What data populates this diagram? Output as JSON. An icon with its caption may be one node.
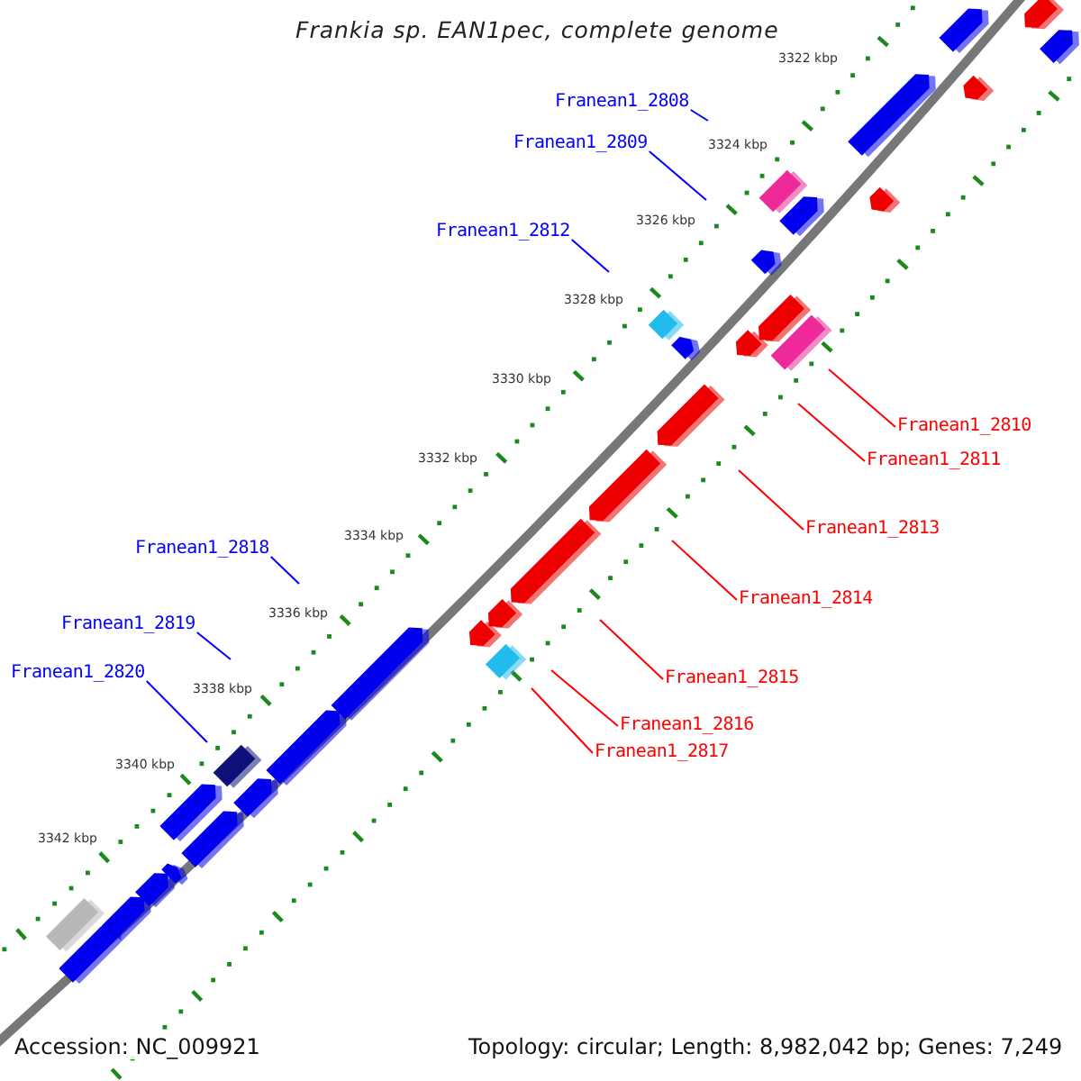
{
  "diagram": {
    "title": "Frankia sp. EAN1pec, complete genome",
    "nodes": [
      {
        "text": [
          "Franean1_2808"
        ]
      },
      {
        "text": [
          "Franean1_2809"
        ]
      },
      {
        "text": [
          "Franean1_2812"
        ]
      },
      {
        "text": [
          "Franean1_2810"
        ]
      },
      {
        "text": [
          "Franean1_2811"
        ]
      },
      {
        "text": [
          "Franean1_2813"
        ]
      },
      {
        "text": [
          "Franean1_2814"
        ]
      },
      {
        "text": [
          "Franean1_2818"
        ]
      },
      {
        "text": [
          "Franean1_2819"
        ]
      },
      {
        "text": [
          "Franean1_2815"
        ]
      },
      {
        "text": [
          "Franean1_2820"
        ]
      },
      {
        "text": [
          "Franean1_2816"
        ]
      },
      {
        "text": [
          "Franean1_2817"
        ]
      }
    ],
    "edges": [
      {
        "from": 0,
        "to": null,
        "arrow": "none",
        "color": "#0000ff"
      },
      {
        "from": 1,
        "to": null,
        "arrow": "none",
        "color": "#0000ff"
      },
      {
        "from": 2,
        "to": null,
        "arrow": "none",
        "color": "#0000ff"
      },
      {
        "from": 3,
        "to": null,
        "arrow": "none"
      },
      {
        "from": 4,
        "to": null,
        "arrow": "none"
      },
      {
        "from": 5,
        "to": null,
        "arrow": "none"
      },
      {
        "from": 6,
        "to": null,
        "arrow": "none"
      },
      {
        "from": 7,
        "to": null,
        "arrow": "none",
        "color": "#0000ff"
      },
      {
        "from": 8,
        "to": null,
        "arrow": "none",
        "color": "#0000ff"
      },
      {
        "from": 9,
        "to": null,
        "arrow": "none"
      },
      {
        "from": 10,
        "to": null,
        "arrow": "none",
        "color": "#0000ff"
      },
      {
        "from": 11,
        "to": null,
        "arrow": "none"
      },
      {
        "from": 12,
        "to": null,
        "arrow": "none"
      }
    ],
    "labels": [
      "3322 kbp",
      "3324 kbp",
      "3326 kbp",
      "3328 kbp",
      "3330 kbp",
      "3332 kbp",
      "3334 kbp",
      "3336 kbp",
      "3338 kbp",
      "3340 kbp",
      "3342 kbp",
      "Accession: NC_009921",
      "Topology: circular; Length: 8,982,042 bp; Genes: 7,249"
    ]
  }
}
